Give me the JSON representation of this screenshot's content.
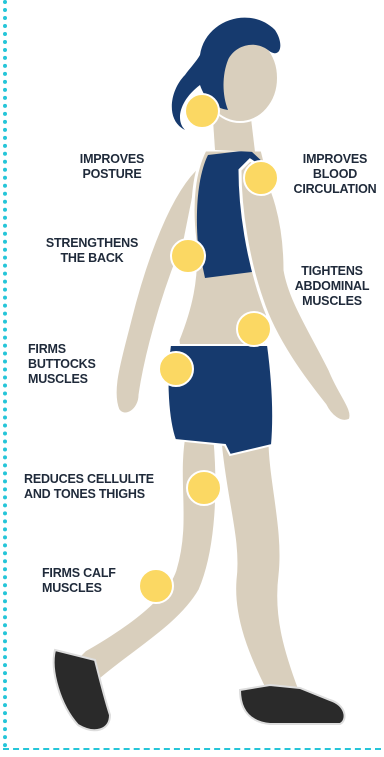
{
  "labels": {
    "posture": "IMPROVES\nPOSTURE",
    "blood": "IMPROVES\nBLOOD\nCIRCULATION",
    "back": "STRENGTHENS\nTHE BACK",
    "abdominal": "TIGHTENS\nABDOMINAL\nMUSCLES",
    "buttocks": "FIRMS\nBUTTOCKS\nMUSCLES",
    "thighs": "REDUCES CELLULITE\nAND TONES THIGHS",
    "calf": "FIRMS CALF\nMUSCLES"
  },
  "colors": {
    "skin": "#d9cfbd",
    "skin_outline": "#ffffff",
    "outfit": "#163a6e",
    "hair": "#163a6e",
    "dot": "#fbd863",
    "dot_edge": "#f4c43c",
    "frame": "#25c5d8",
    "shoe": "#2a2a2a"
  }
}
